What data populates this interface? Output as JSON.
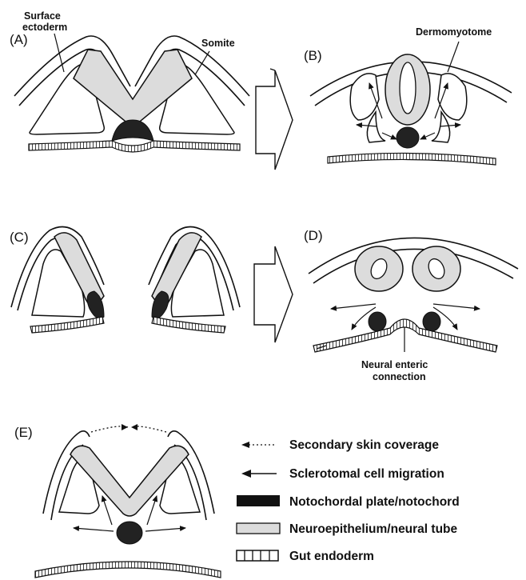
{
  "panels": {
    "a": {
      "letter": "(A)",
      "label_surface_1": "Surface",
      "label_surface_2": "ectoderm",
      "label_somite": "Somite"
    },
    "b": {
      "letter": "(B)",
      "label_dermomyotome": "Dermomyotome"
    },
    "c": {
      "letter": "(C)"
    },
    "d": {
      "letter": "(D)",
      "label_neural_1": "Neural enteric",
      "label_neural_2": "connection"
    },
    "e": {
      "letter": "(E)"
    }
  },
  "legend": {
    "secondary_skin": "Secondary skin coverage",
    "sclerotomal": "Sclerotomal cell migration",
    "notochordal": "Notochordal plate/notochord",
    "neuroepithelium": "Neuroepithelium/neural tube",
    "gut": "Gut endoderm"
  },
  "colors": {
    "ink": "#111111",
    "neural_fill": "#dcdcdc",
    "notochord_fill": "#222222",
    "background": "#ffffff"
  }
}
